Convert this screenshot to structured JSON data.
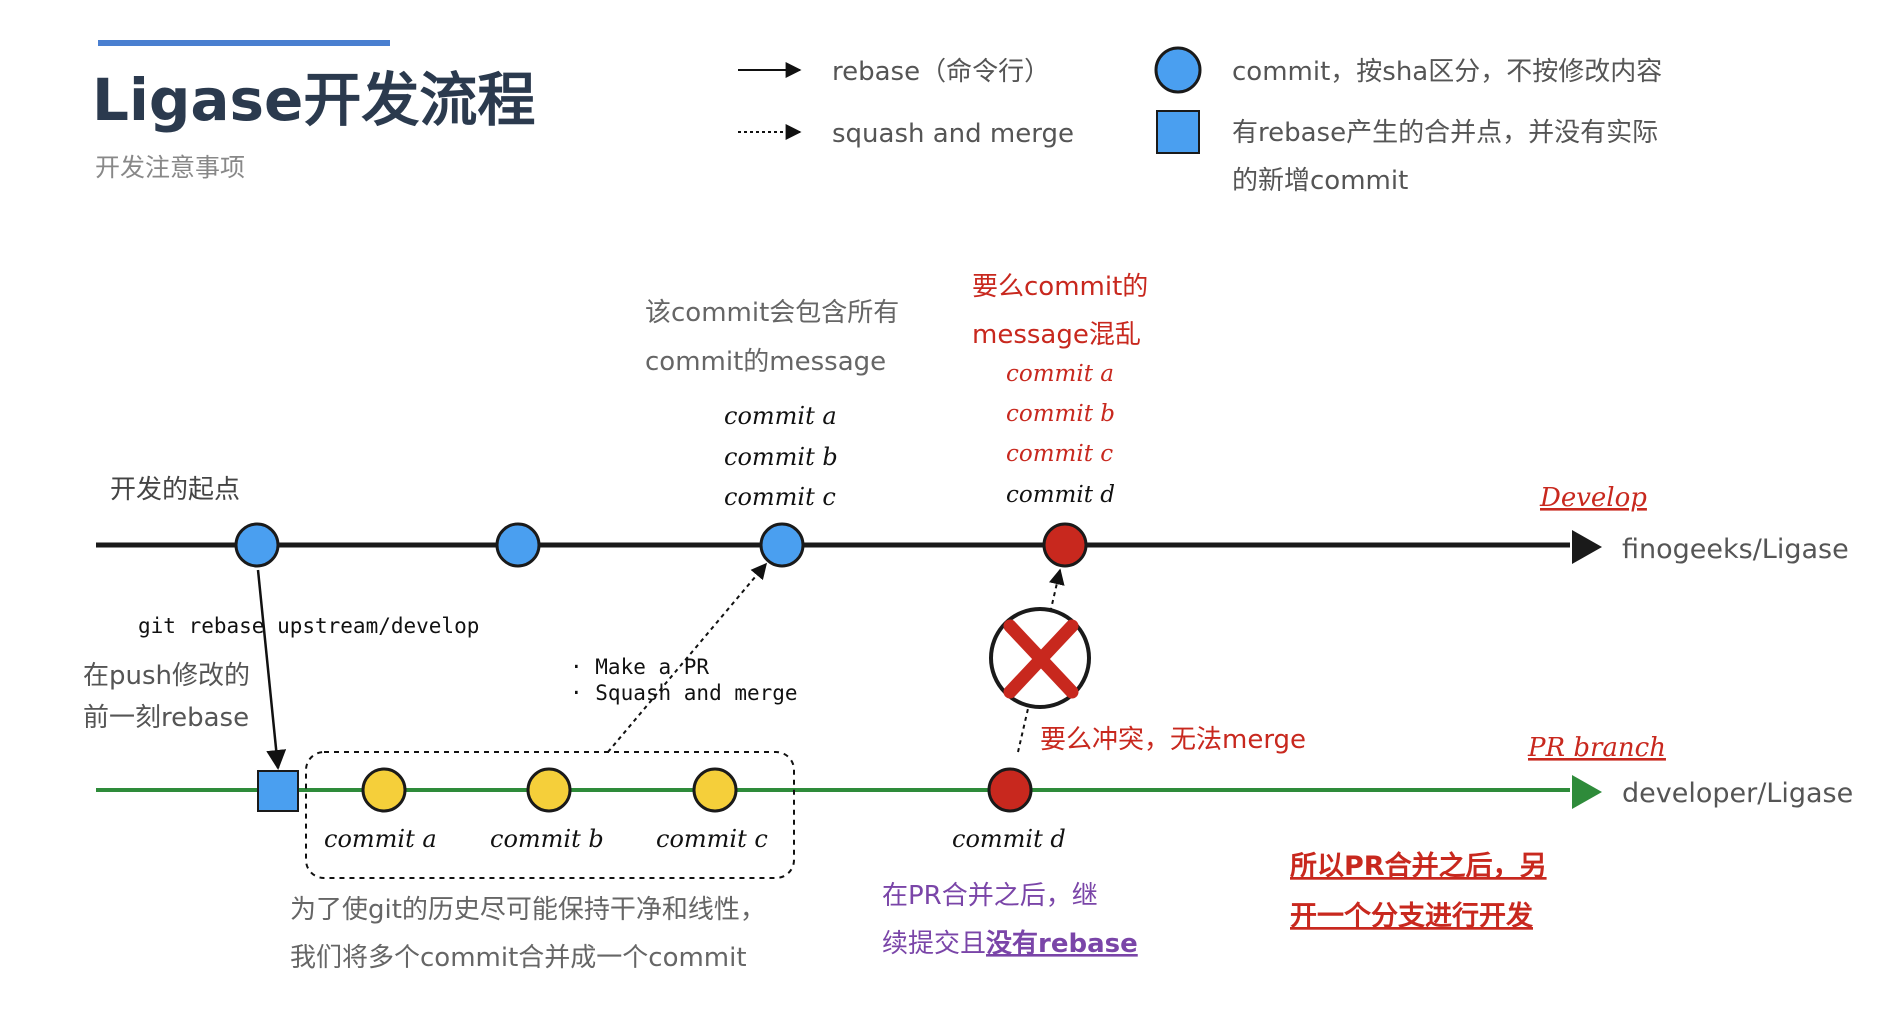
{
  "header": {
    "title": "Ligase开发流程",
    "subtitle": "开发注意事项",
    "accent_color": "#4a7fd0"
  },
  "legend": {
    "rebase_label": "rebase（命令行）",
    "squash_label": "squash and merge",
    "commit_label": "commit，按sha区分，不按修改内容",
    "merge_point_line1": "有rebase产生的合并点，并没有实际",
    "merge_point_line2": "的新增commit"
  },
  "develop": {
    "branch_tag": "Develop",
    "repo": "finogeeks/Ligase",
    "start_label": "开发的起点",
    "squash_note_line1": "该commit会包含所有",
    "squash_note_line2": "commit的message",
    "squash_commits": [
      "commit a",
      "commit b",
      "commit c"
    ],
    "bad_note_line1": "要么commit的",
    "bad_note_line2": "message混乱",
    "bad_commits": [
      "commit a",
      "commit b",
      "commit c",
      "commit d"
    ]
  },
  "pr": {
    "branch_tag": "PR branch",
    "repo": "developer/Ligase",
    "rebase_cmd": "git rebase upstream/develop",
    "rebase_note_line1": "在push修改的",
    "rebase_note_line2": "前一刻rebase",
    "commits": [
      "commit a",
      "commit b",
      "commit c"
    ],
    "pr_steps": [
      "· Make a PR",
      "· Squash and merge"
    ],
    "linear_note_line1": "为了使git的历史尽可能保持干净和线性，",
    "linear_note_line2": "我们将多个commit合并成一个commit",
    "late_commit": "commit d",
    "conflict_note": "要么冲突，无法merge",
    "continue_note_line1": "在PR合并之后，继",
    "continue_note_line2a": "续提交且",
    "continue_note_line2b": "没有rebase",
    "advice_line1": "所以PR合并之后，另",
    "advice_line2": "开一个分支进行开发"
  },
  "colors": {
    "commit_blue": "#4a9ff0",
    "pr_yellow": "#f5cf3a",
    "bad_red": "#c8281e",
    "develop_line": "#1a1a1a",
    "pr_line": "#2e8b3a",
    "warning_red": "#c8281e",
    "purple": "#7a45a8"
  }
}
